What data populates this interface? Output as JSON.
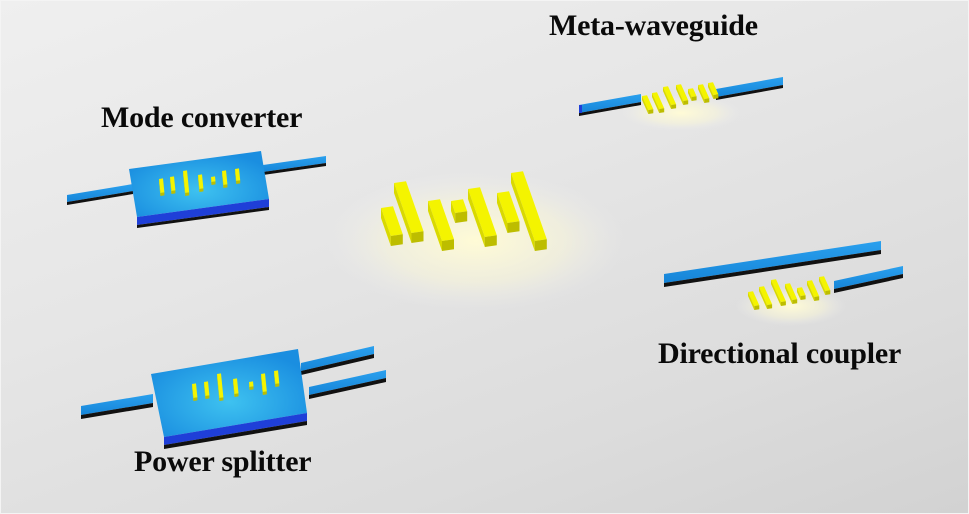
{
  "figure": {
    "labels": {
      "mode_converter": "Mode converter",
      "meta_waveguide": "Meta-waveguide",
      "directional_coupler": "Directional coupler",
      "power_splitter": "Power splitter"
    },
    "colors": {
      "waveguide_top": "#1e8fe0",
      "waveguide_side": "#1f3fd8",
      "waveguide_shadow": "#111111",
      "meta_atom_top": "#f4f400",
      "meta_atom_side": "#c9c900",
      "glow": "#fffbd0",
      "background_light": "#efefef",
      "background_dark": "#d2d2d2"
    },
    "meta_atom_count_center": 7
  }
}
